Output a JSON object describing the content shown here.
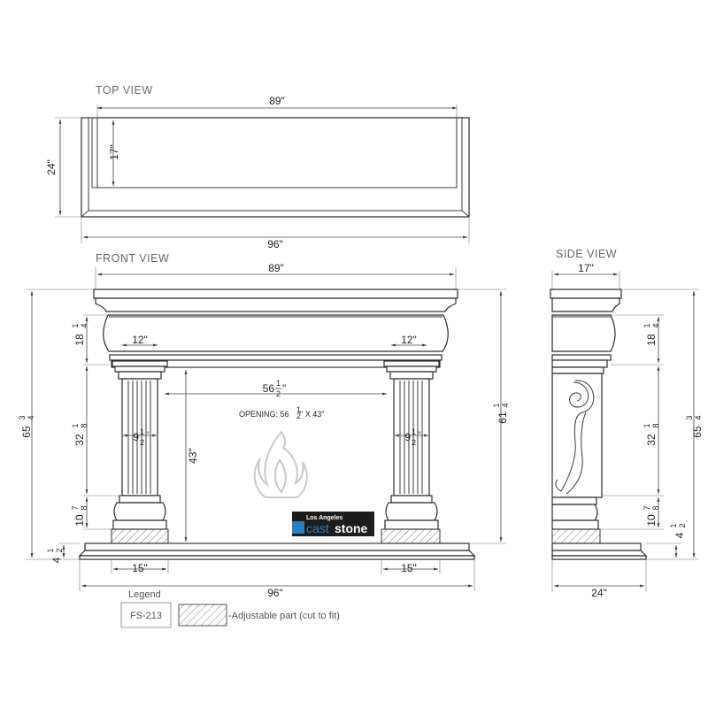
{
  "views": {
    "top": "TOP VIEW",
    "front": "FRONT VIEW",
    "side": "SIDE VIEW"
  },
  "dims": {
    "top_width": "89\"",
    "top_inner_depth": "17\"",
    "top_depth": "24\"",
    "top_overall": "96\"",
    "front_width": "89\"",
    "front_overall": "96\"",
    "col_left_top": "12\"",
    "col_right_top": "12\"",
    "col_left_base": "15\"",
    "col_right_base": "15\"",
    "opening_width_whole": "56",
    "opening_height": "43\"",
    "col_width_whole": "9",
    "left_frieze_whole": "18",
    "left_col_whole": "32",
    "left_base_whole": "10",
    "left_hearth_whole": "4",
    "left_total_whole": "65",
    "inner_height_whole": "61",
    "side_depth_top": "17\"",
    "side_depth_base": "24\"",
    "side_frieze_whole": "18",
    "side_col_whole": "32",
    "side_base_whole": "10",
    "side_hearth_whole": "4",
    "side_total_whole": "65"
  },
  "fractions": {
    "half_num": "1",
    "half_den": "2",
    "quarter_num": "1",
    "quarter_den": "4",
    "threequarter_num": "3",
    "threequarter_den": "4",
    "eighth_num": "1",
    "eighth_den": "8",
    "seveneighth_num": "7",
    "seveneighth_den": "8",
    "inch": "\""
  },
  "opening_label": {
    "prefix": "OPENING: 56 ",
    "suffix": "\" X 43\""
  },
  "logo": {
    "top": "Los Angeles",
    "word_a": "cast",
    "word_b": "stone"
  },
  "legend": {
    "title": "Legend",
    "code": "FS-213",
    "description": "-Adjustable part (cut to fit)"
  },
  "colors": {
    "logo_blue": "#2b7fc1",
    "logo_dark": "#1c1c1c",
    "flame": "#c9c9c9"
  }
}
